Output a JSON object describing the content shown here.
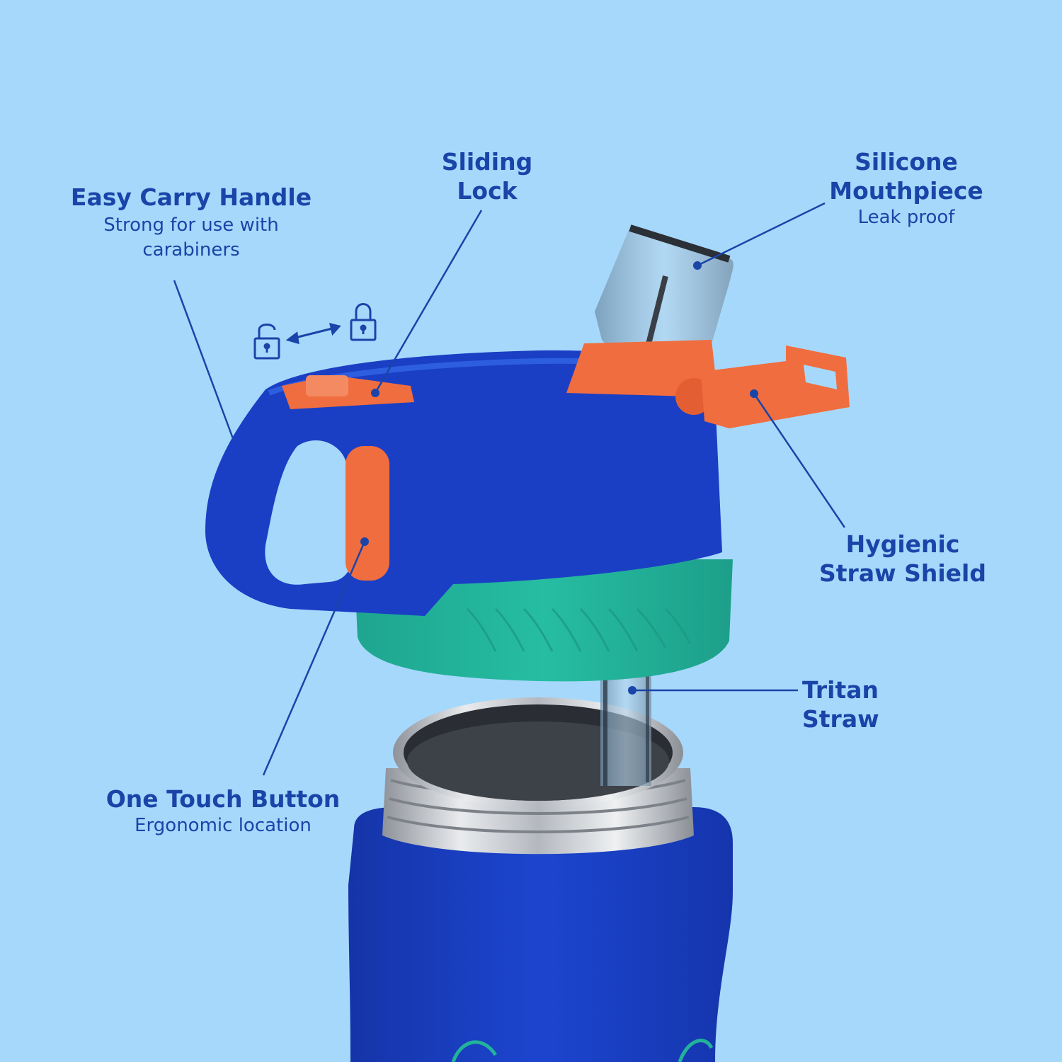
{
  "colors": {
    "background": "#a6d8fb",
    "label_text": "#1a44a8",
    "bottle_blue": "#1a3fc4",
    "lid_teal": "#22b39a",
    "accent_orange": "#f06d3f",
    "steel": "#c9ccd1"
  },
  "icons": [
    "lock-icon",
    "unlock-icon",
    "double-arrow-icon"
  ],
  "callouts": {
    "handle": {
      "title": "Easy Carry Handle",
      "subtitle": "Strong for use with carabiners"
    },
    "lock": {
      "title_line1": "Sliding",
      "title_line2": "Lock"
    },
    "mouthpiece": {
      "title_line1": "Silicone",
      "title_line2": "Mouthpiece",
      "subtitle": "Leak proof"
    },
    "shield": {
      "title_line1": "Hygienic",
      "title_line2": "Straw Shield"
    },
    "straw": {
      "title": "Tritan Straw"
    },
    "button": {
      "title": "One Touch Button",
      "subtitle": "Ergonomic location"
    }
  }
}
